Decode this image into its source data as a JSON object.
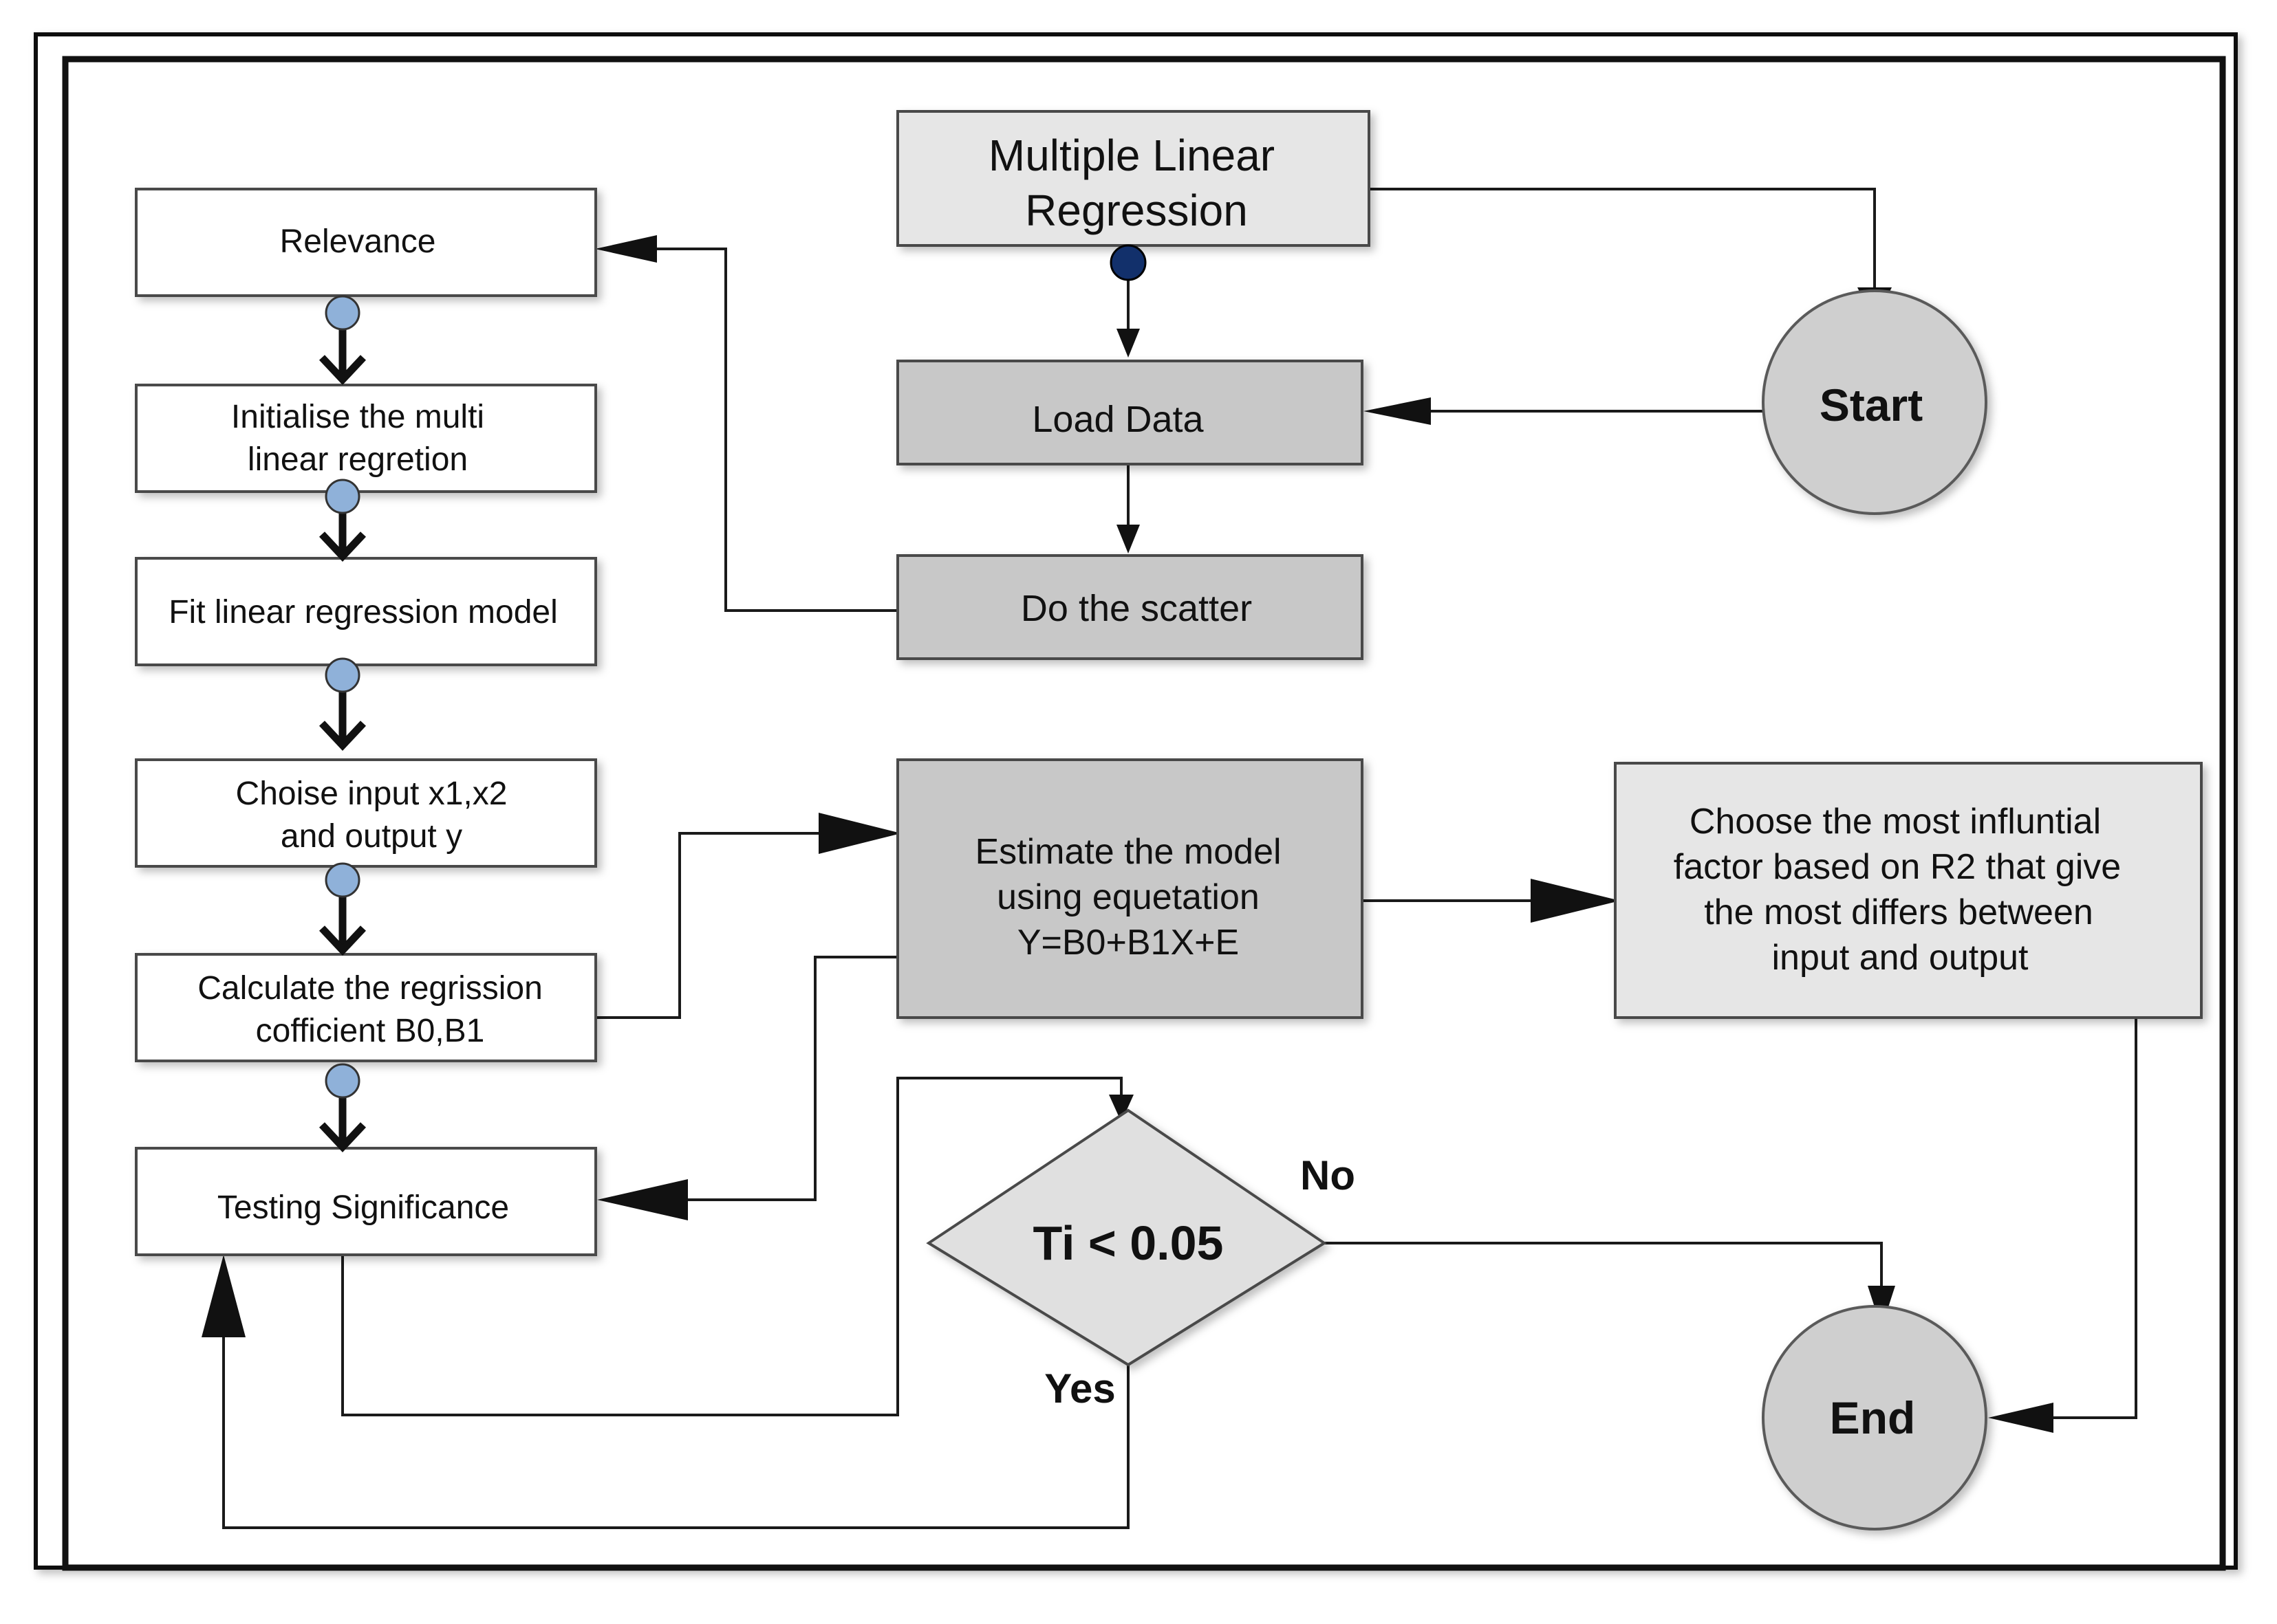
{
  "colors": {
    "frame": "#111111",
    "box_white": "#ffffff",
    "box_light": "#e6e6e6",
    "box_medium": "#c8c8c8",
    "terminal": "#cfcfcf",
    "decision": "#e0e0e0",
    "connector_dot": "#8fb1d9",
    "origin_dot": "#12306b"
  },
  "left_column": {
    "relevance": "Relevance",
    "initialise": [
      "Initialise the multi",
      "linear regretion"
    ],
    "fit_model": "Fit linear regression model",
    "choise_input": [
      "Choise input x1,x2",
      "and output y"
    ],
    "calculate": [
      "Calculate the regrission",
      "cofficient B0,B1"
    ],
    "testing": "Testing Significance"
  },
  "center_column": {
    "mlr": [
      "Multiple Linear",
      "Regression"
    ],
    "load_data": "Load Data",
    "scatter": "Do the scatter",
    "estimate": [
      "Estimate the model",
      "using equetation",
      "Y=B0+B1X+E"
    ]
  },
  "decision": {
    "condition": "Ti < 0.05",
    "no_label": "No",
    "yes_label": "Yes"
  },
  "right_column": {
    "choose": [
      "Choose the most influntial",
      "factor based on R2 that give",
      "the most differs between",
      "input and output"
    ]
  },
  "terminals": {
    "start": "Start",
    "end": "End"
  }
}
